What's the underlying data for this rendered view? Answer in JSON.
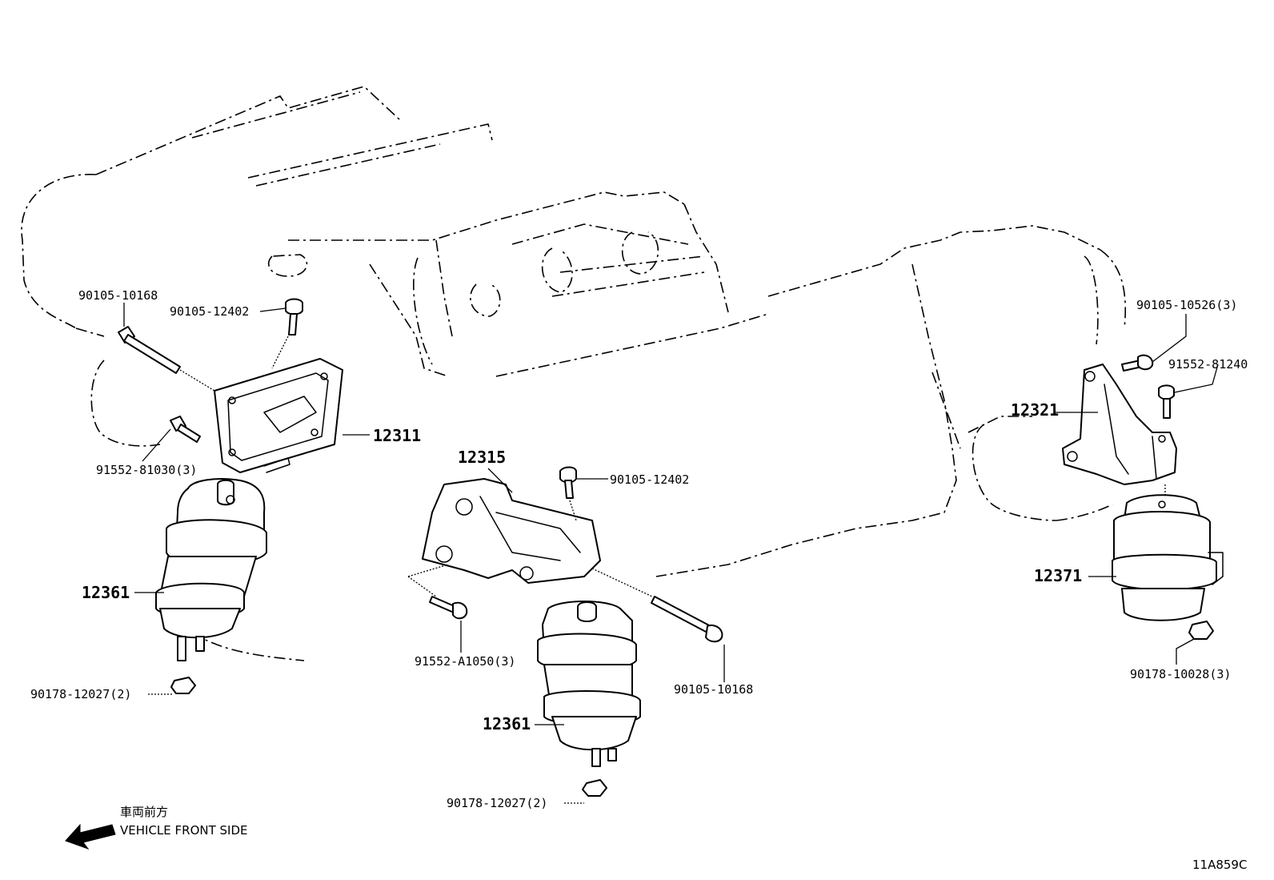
{
  "diagram": {
    "labels": {
      "bolt_90105_10168_left": "90105-10168",
      "bolt_90105_12402_left": "90105-12402",
      "bolt_91552_81030": "91552-81030(3)",
      "bracket_12311": "12311",
      "insulator_12361_left": "12361",
      "nut_90178_12027_left": "90178-12027(2)",
      "bracket_12315": "12315",
      "bolt_90105_12402_center": "90105-12402",
      "bolt_91552_A1050": "91552-A1050(3)",
      "bolt_90105_10168_center": "90105-10168",
      "insulator_12361_center": "12361",
      "nut_90178_12027_center": "90178-12027(2)",
      "bolt_90105_10526": "90105-10526(3)",
      "bolt_91552_81240": "91552-81240",
      "bracket_12321": "12321",
      "insulator_12371": "12371",
      "nut_90178_10028": "90178-10028(3)"
    },
    "direction_note": {
      "japanese": "車両前方",
      "english": "VEHICLE FRONT SIDE"
    },
    "figure_code": "11A859C"
  }
}
